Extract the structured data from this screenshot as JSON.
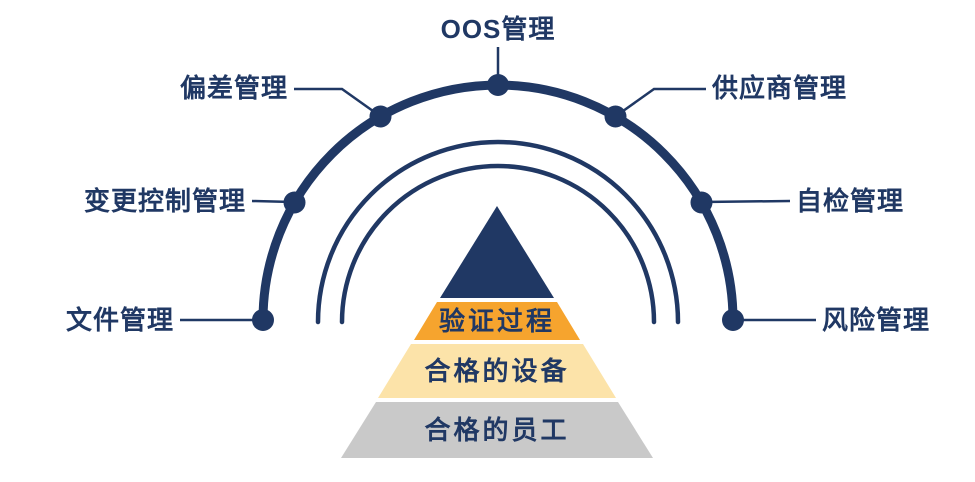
{
  "colors": {
    "navy": "#203864",
    "orange": "#f6a42e",
    "light_yellow": "#fce3a9",
    "gray": "#c9c9c9"
  },
  "arc_labels": {
    "oos": "OOS管理",
    "deviation": "偏差管理",
    "supplier": "供应商管理",
    "change_control": "变更控制管理",
    "self_inspection": "自检管理",
    "document": "文件管理",
    "risk": "风险管理"
  },
  "pyramid": {
    "validation": "验证过程",
    "equipment": "合格的设备",
    "staff": "合格的员工"
  }
}
